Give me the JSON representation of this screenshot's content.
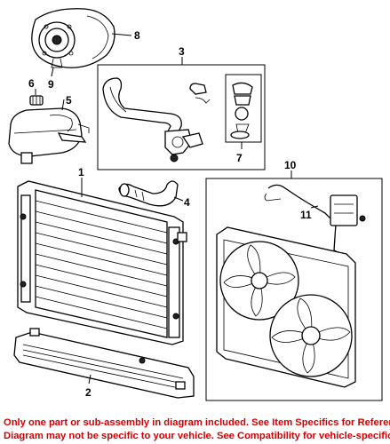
{
  "callouts": {
    "c1": "1",
    "c2": "2",
    "c3": "3",
    "c4": "4",
    "c5": "5",
    "c6": "6",
    "c7": "7",
    "c8": "8",
    "c9": "9",
    "c10": "10",
    "c11": "11"
  },
  "disclaimer": {
    "line1": "Only one part or sub-assembly in diagram included. See Item Specifics for Reference #.",
    "line2": "Diagram may not be specific to your vehicle. See Compatibility for vehicle-specific diagrams."
  },
  "colors": {
    "disclaimer_text": "#d40000",
    "line_art": "#000000",
    "background": "#ffffff"
  }
}
